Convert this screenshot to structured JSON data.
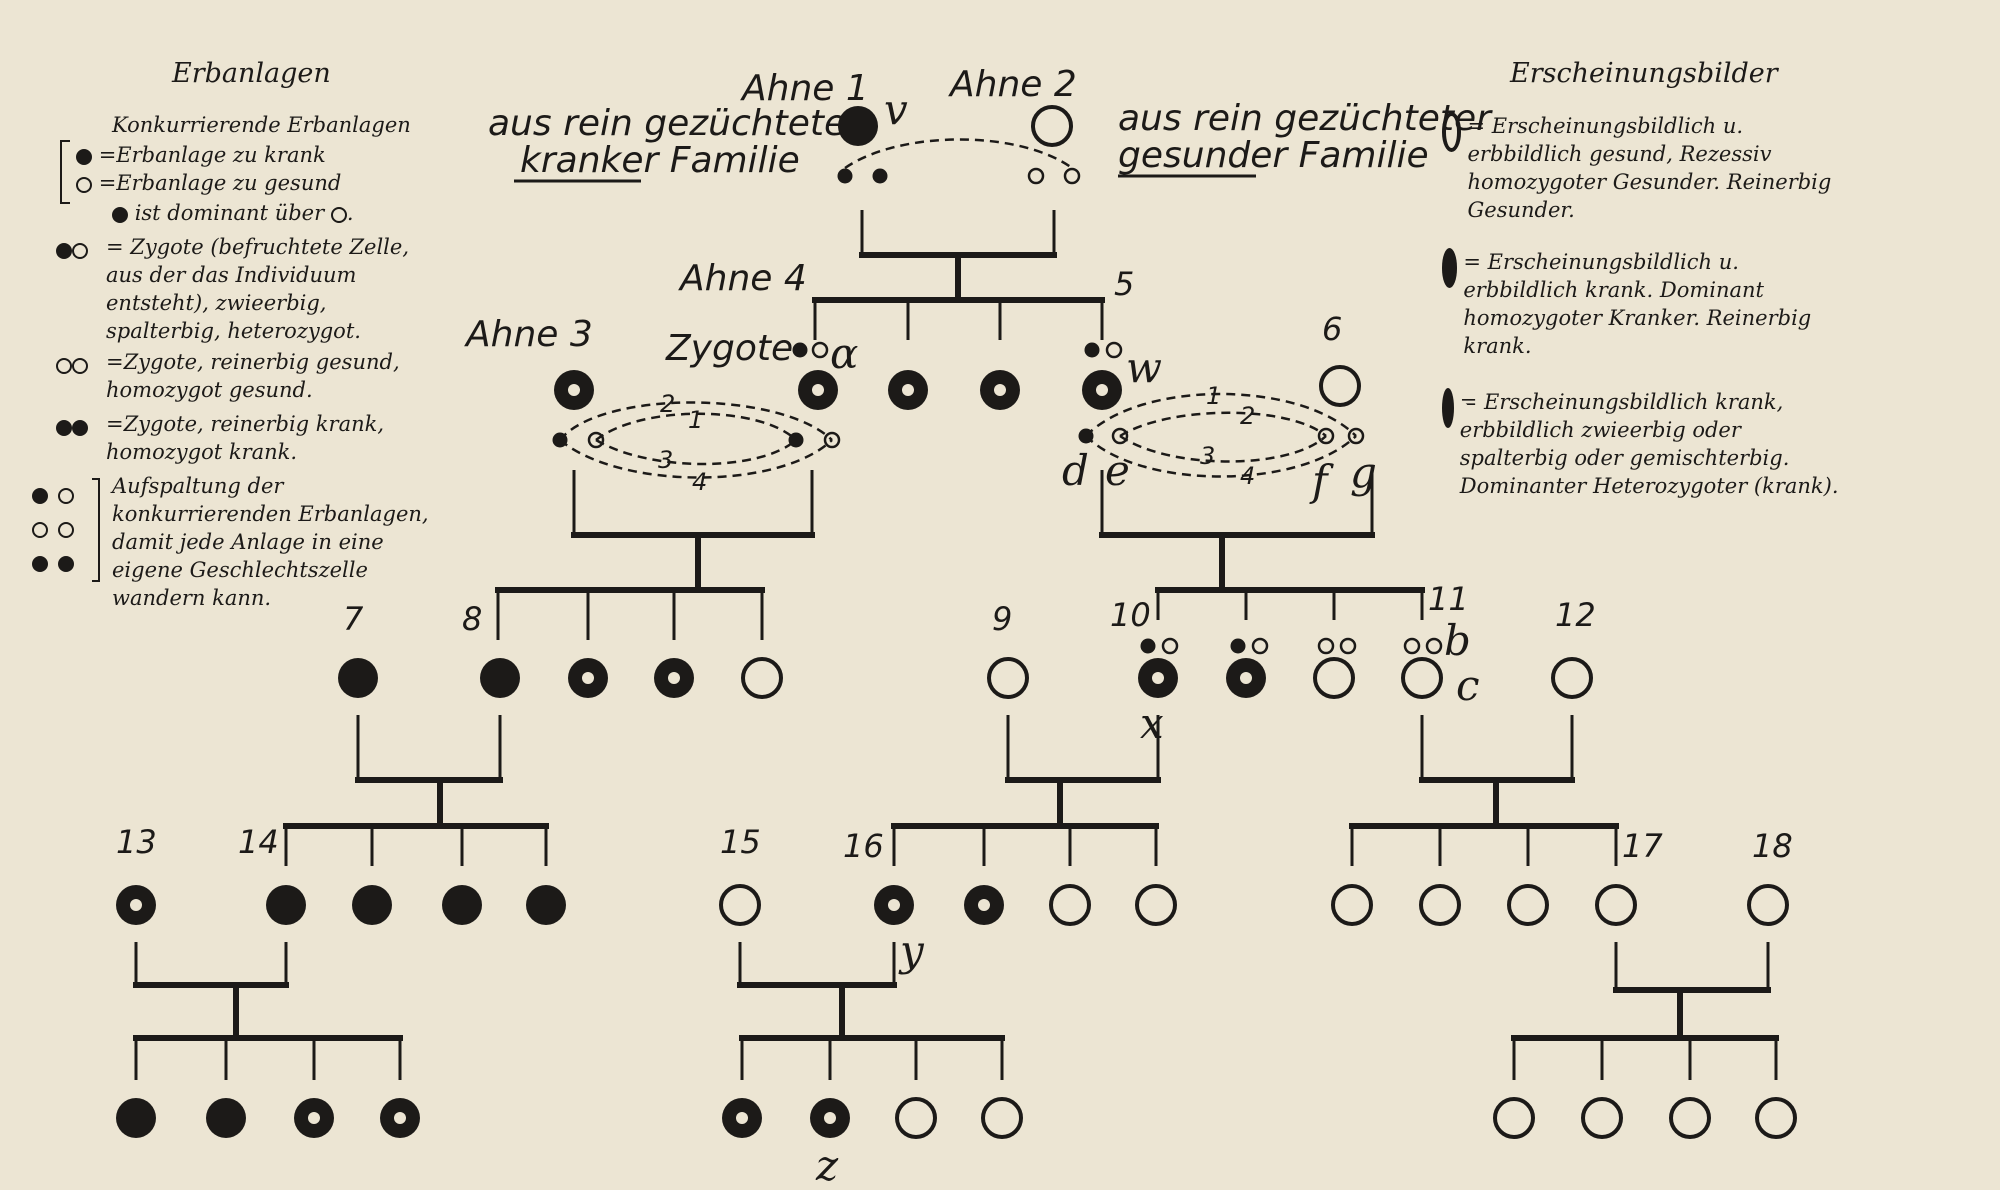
{
  "legend_left": {
    "title": "Erbanlagen",
    "heading": "Konkurrierende Erbanlagen",
    "line1": "=Erbanlage zu krank",
    "line2": "=Erbanlage zu gesund",
    "line3": "ist dominant über",
    "zygote_het": "= Zygote (befruchtete Zelle, aus der das Individuum entsteht), zwieerbig, spalterbig, heterozygot.",
    "zygote_healthy": "=Zygote, reinerbig gesund, homozygot gesund.",
    "zygote_sick": "=Zygote, reinerbig krank, homozygot krank.",
    "segregation": "Aufspaltung der konkurrierenden Erbanlagen, damit jede Anlage in eine eigene Geschlechtszelle wandern kann."
  },
  "legend_right": {
    "title": "Erscheinungsbilder",
    "healthy": "= Erscheinungsbildlich u. erbbildlich gesund, Rezessiv homozygoter Gesunder. Reinerbig Gesunder.",
    "sick": "= Erscheinungsbildlich u. erbbildlich krank. Dominant homozygoter Kranker. Reinerbig krank.",
    "het": "= Erscheinungsbildlich krank, erbbildlich zwieerbig oder spalterbig oder gemischterbig. Dominanter Heterozygoter (krank)."
  },
  "header": {
    "ahne1": "Ahne 1",
    "ahne2": "Ahne 2",
    "left_family_1": "aus rein gezüchteter",
    "left_family_2_a": "kranker",
    "left_family_2_b": " Familie",
    "right_family_1": "aus rein gezüchteter",
    "right_family_2_a": "gesunder",
    "right_family_2_b": " Familie"
  },
  "labels": {
    "ahne3": "Ahne 3",
    "ahne4": "Ahne 4",
    "zygote": "Zygote",
    "n5": "5",
    "n6": "6",
    "n7": "7",
    "n8": "8",
    "n9": "9",
    "n10": "10",
    "n11": "11",
    "n12": "12",
    "n13": "13",
    "n14": "14",
    "n15": "15",
    "n16": "16",
    "n17": "17",
    "n18": "18",
    "v": "v",
    "alpha": "α",
    "w": "w",
    "d": "d",
    "e": "e",
    "f": "f",
    "g": "g",
    "b": "b",
    "c": "c",
    "x": "x",
    "y": "y",
    "z": "z",
    "l1": "1",
    "l2": "2",
    "l3": "3",
    "l4": "4"
  },
  "individuals": [
    {
      "id": "ahne1",
      "phenotype": "sick"
    },
    {
      "id": "ahne2",
      "phenotype": "healthy"
    },
    {
      "id": "g2-1",
      "phenotype": "heterozygous"
    },
    {
      "id": "g2-2",
      "phenotype": "heterozygous"
    },
    {
      "id": "g2-3",
      "phenotype": "heterozygous"
    },
    {
      "id": "g2-4",
      "phenotype": "heterozygous"
    },
    {
      "id": "ahne3",
      "phenotype": "heterozygous"
    },
    {
      "id": "ahne6",
      "phenotype": "healthy"
    },
    {
      "id": "p7",
      "phenotype": "sick"
    },
    {
      "id": "p8",
      "phenotype": "sick"
    },
    {
      "id": "g3a-3",
      "phenotype": "heterozygous"
    },
    {
      "id": "g3a-4",
      "phenotype": "heterozygous"
    },
    {
      "id": "g3a-5",
      "phenotype": "healthy"
    },
    {
      "id": "p9",
      "phenotype": "healthy"
    },
    {
      "id": "p10",
      "phenotype": "heterozygous"
    },
    {
      "id": "g3b-2",
      "phenotype": "heterozygous"
    },
    {
      "id": "g3b-3",
      "phenotype": "healthy"
    },
    {
      "id": "p11",
      "phenotype": "healthy"
    },
    {
      "id": "p12",
      "phenotype": "healthy"
    },
    {
      "id": "p13",
      "phenotype": "heterozygous"
    },
    {
      "id": "p14",
      "phenotype": "sick"
    },
    {
      "id": "g4a-3",
      "phenotype": "sick"
    },
    {
      "id": "g4a-4",
      "phenotype": "sick"
    },
    {
      "id": "g4a-5",
      "phenotype": "sick"
    },
    {
      "id": "p15",
      "phenotype": "healthy"
    },
    {
      "id": "p16",
      "phenotype": "heterozygous"
    },
    {
      "id": "g4b-3",
      "phenotype": "heterozygous"
    },
    {
      "id": "g4b-4",
      "phenotype": "healthy"
    },
    {
      "id": "g4b-5",
      "phenotype": "healthy"
    },
    {
      "id": "g4c-1",
      "phenotype": "healthy"
    },
    {
      "id": "g4c-2",
      "phenotype": "healthy"
    },
    {
      "id": "g4c-3",
      "phenotype": "healthy"
    },
    {
      "id": "p17",
      "phenotype": "healthy"
    },
    {
      "id": "p18",
      "phenotype": "healthy"
    },
    {
      "id": "g5a-1",
      "phenotype": "sick"
    },
    {
      "id": "g5a-2",
      "phenotype": "sick"
    },
    {
      "id": "g5a-3",
      "phenotype": "heterozygous"
    },
    {
      "id": "g5a-4",
      "phenotype": "heterozygous"
    },
    {
      "id": "g5b-1",
      "phenotype": "heterozygous"
    },
    {
      "id": "g5b-2",
      "phenotype": "heterozygous"
    },
    {
      "id": "g5b-3",
      "phenotype": "healthy"
    },
    {
      "id": "g5b-4",
      "phenotype": "healthy"
    },
    {
      "id": "g5c-1",
      "phenotype": "healthy"
    },
    {
      "id": "g5c-2",
      "phenotype": "healthy"
    },
    {
      "id": "g5c-3",
      "phenotype": "healthy"
    },
    {
      "id": "g5c-4",
      "phenotype": "healthy"
    }
  ]
}
